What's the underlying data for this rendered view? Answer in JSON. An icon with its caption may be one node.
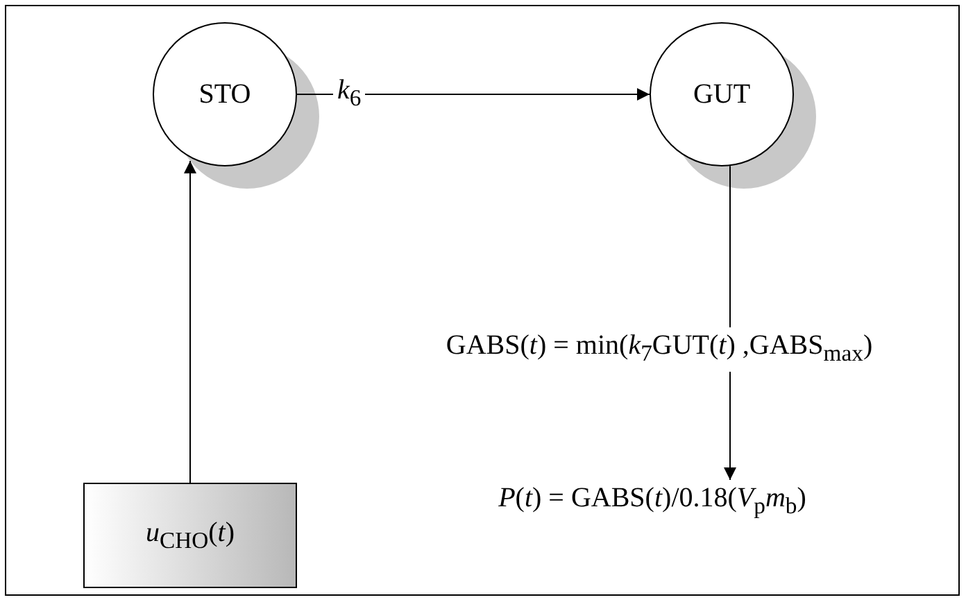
{
  "diagram": {
    "nodes": [
      {
        "text": [
          "STO"
        ]
      },
      {
        "text": [
          "GUT"
        ]
      },
      {
        "text": [
          "*u*$_{CHO}$(*t*)"
        ]
      },
      {
        "text": [
          "GABS(*t*) = min(*k*$_{7}$GUT(*t*) ,GABS$_{max}$)"
        ]
      },
      {
        "text": [
          "*P*(*t*) = GABS(*t*)/0.18(*V*$_{p}$*m*$_{b}$)"
        ]
      }
    ],
    "edges": [
      {
        "from": 0,
        "to": 1,
        "arrow": "to",
        "label": "*k*$_{6}$"
      },
      {
        "from": 2,
        "to": 0,
        "arrow": "to"
      },
      {
        "from": 1,
        "to": 3,
        "arrow": "none"
      },
      {
        "from": 3,
        "to": 4,
        "arrow": "to"
      }
    ]
  }
}
